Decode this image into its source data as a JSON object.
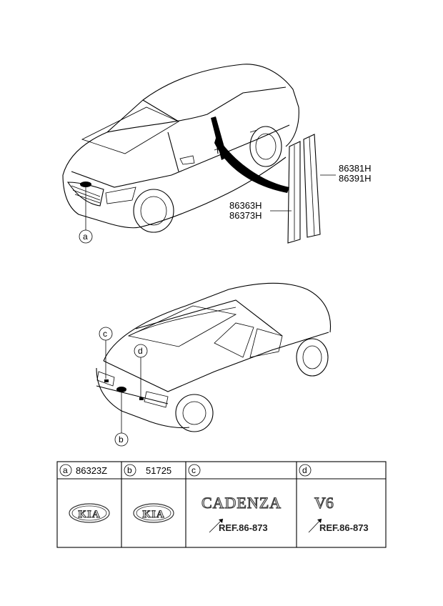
{
  "front_view": {
    "callout": "a",
    "parts_upper": [
      "86381H",
      "86391H"
    ],
    "parts_lower": [
      "86363H",
      "86373H"
    ]
  },
  "rear_view": {
    "callouts": [
      "c",
      "d",
      "b"
    ]
  },
  "legend_table": {
    "columns": [
      {
        "letter": "a",
        "part_no": "86323Z",
        "emblem_text": "KIA"
      },
      {
        "letter": "b",
        "part_no": "51725",
        "emblem_text": "KIA"
      },
      {
        "letter": "c",
        "part_no": "",
        "emblem_text": "CADENZA",
        "ref": "REF.86-873"
      },
      {
        "letter": "d",
        "part_no": "",
        "emblem_text": "V6",
        "ref": "REF.86-873"
      }
    ]
  }
}
